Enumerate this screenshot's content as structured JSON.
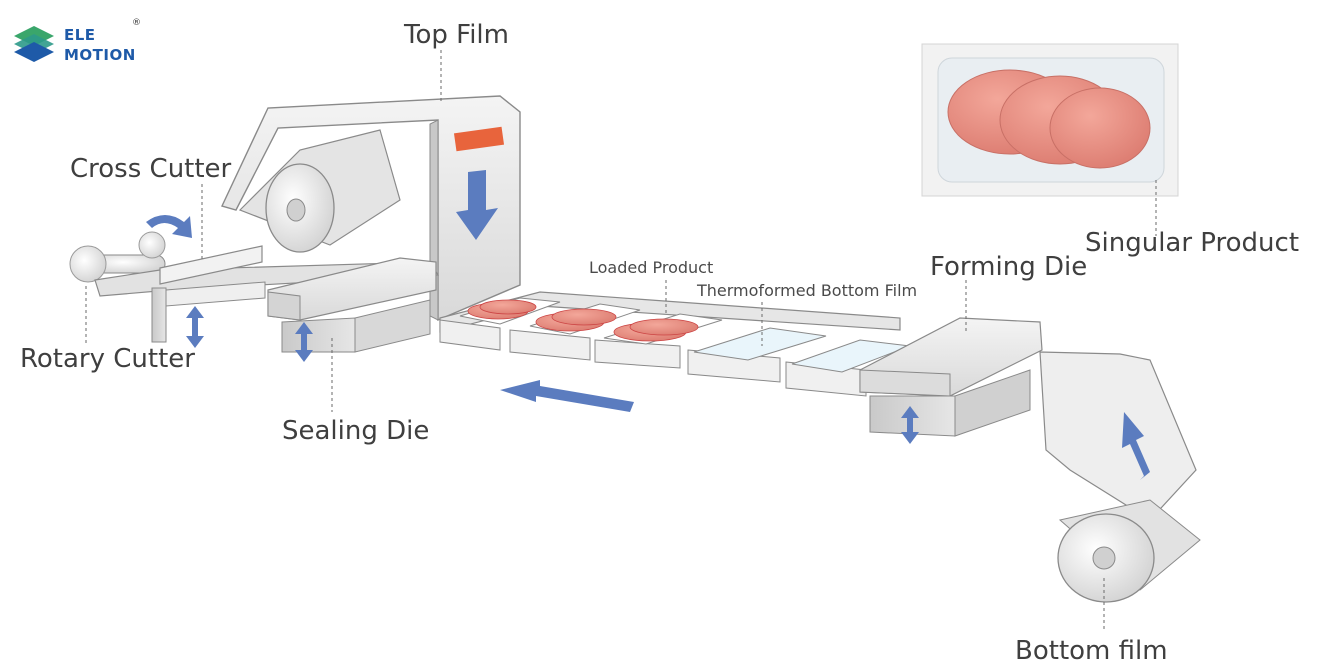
{
  "brand": {
    "line1": "ELE",
    "line2": "MOTION",
    "reg_mark": "®"
  },
  "labels": {
    "top_film": "Top Film",
    "cross_cutter": "Cross Cutter",
    "rotary_cutter": "Rotary Cutter",
    "sealing_die": "Sealing Die",
    "loaded_product": "Loaded Product",
    "thermoformed_bottom_film": "Thermoformed Bottom Film",
    "forming_die": "Forming Die",
    "singular_product": "Singular Product",
    "bottom_film": "Bottom film"
  },
  "colors": {
    "arrow": "#5b7cbf",
    "meat": "#e2564f",
    "machine_face": "#ededed",
    "machine_edge": "#8a8a8a",
    "accent": "#e8643c",
    "logo_green": "#3aa66b",
    "logo_blue": "#1e5aa8"
  }
}
